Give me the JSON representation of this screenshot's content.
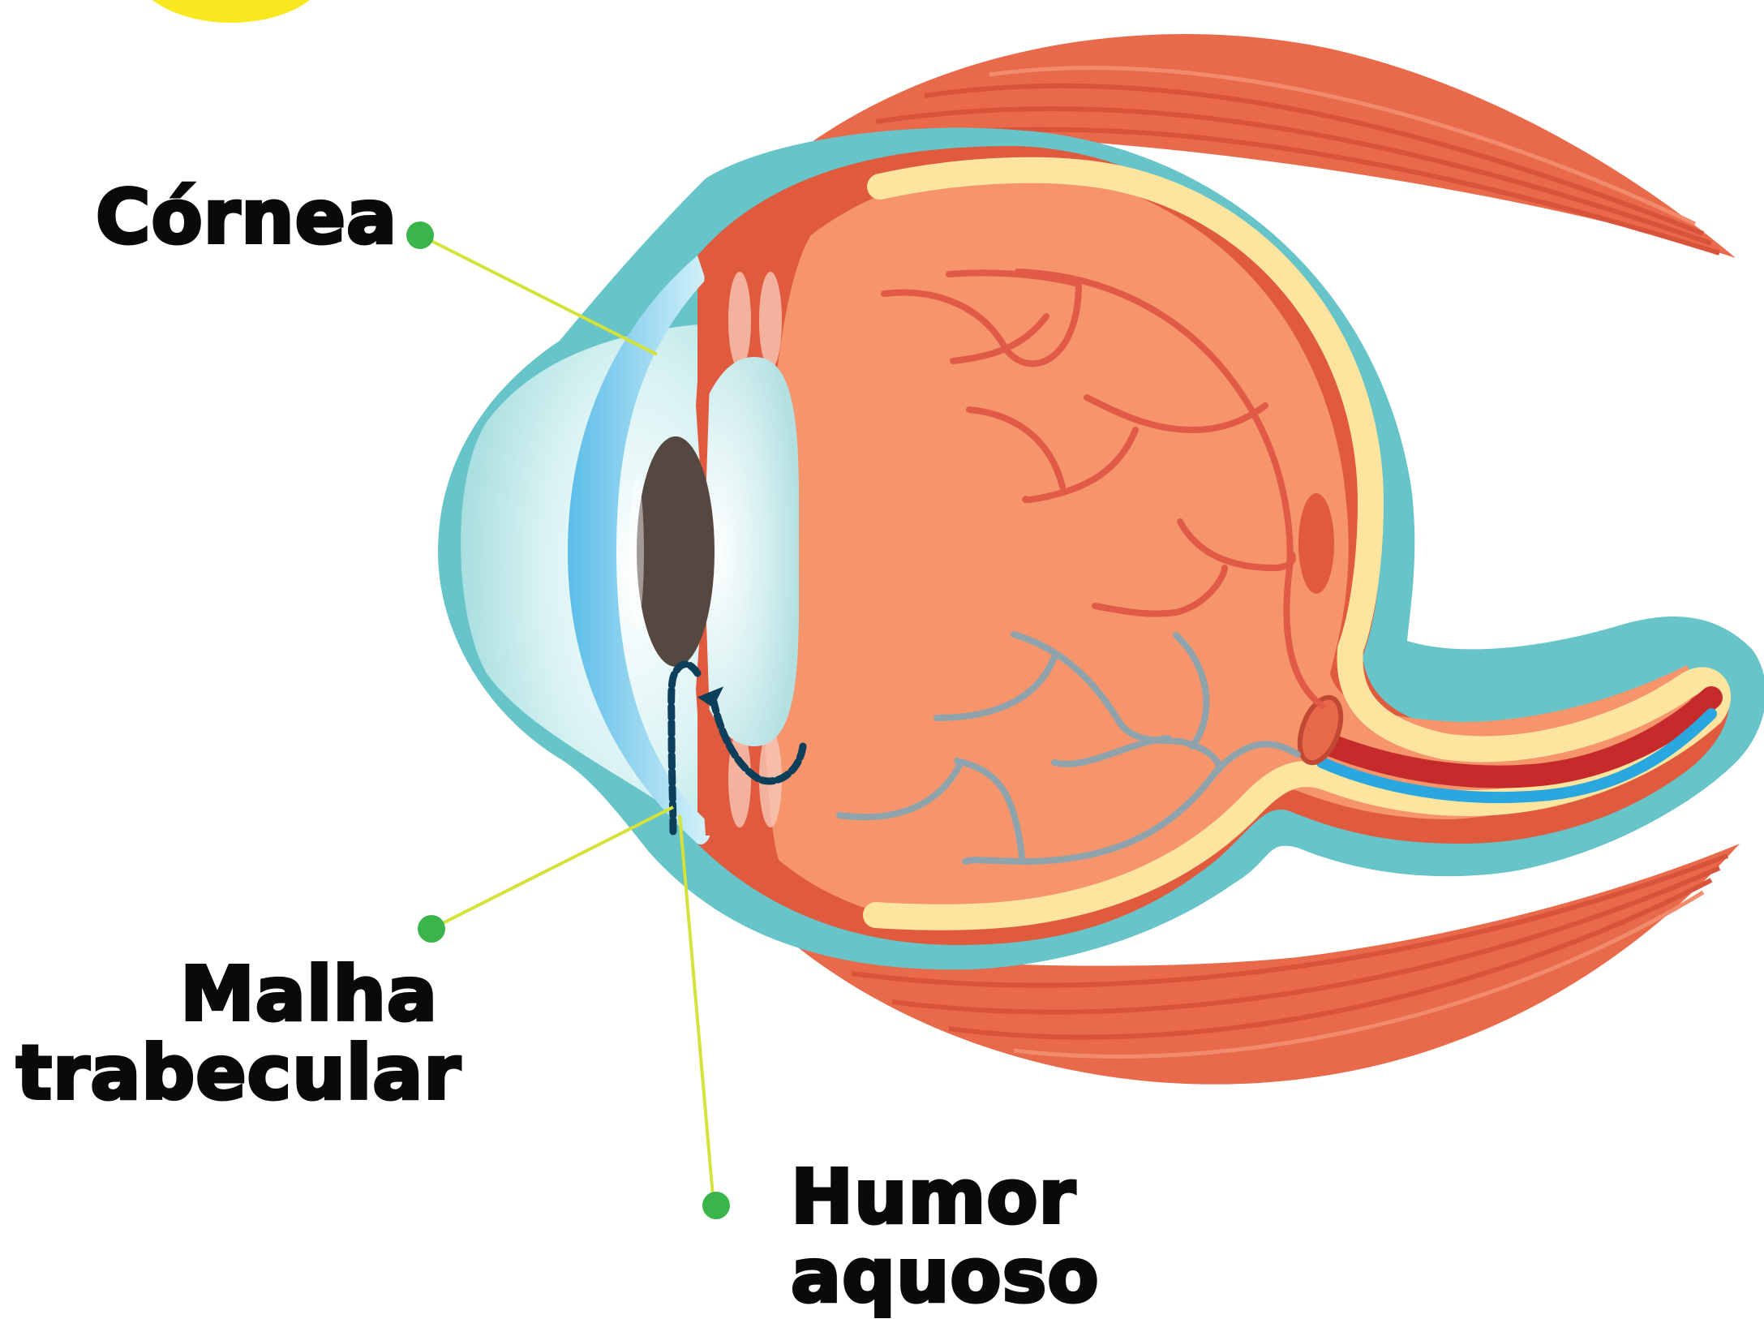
{
  "labels": {
    "cornea": "Córnea",
    "malha": [
      "Malha",
      "trabecular"
    ],
    "humor": [
      "Humor",
      "aquoso"
    ]
  },
  "colors": {
    "sclera_outline": "#67c4c9",
    "muscle": "#e86a4a",
    "muscle_dark": "#d9533a",
    "eye_body": "#f6956c",
    "choroid": "#e05a3e",
    "retina": "#fde5a0",
    "cornea_light": "#c9eef7",
    "lens": "#bfe7ea",
    "pupil": "#554840",
    "vessel_red": "#e05a46",
    "vessel_gray": "#8fa3ad",
    "flow_arrow": "#0d3f5a",
    "pointer_line": "#d4e23a",
    "pointer_dot": "#39b54a",
    "sun_yellow": "#f9e81f"
  }
}
